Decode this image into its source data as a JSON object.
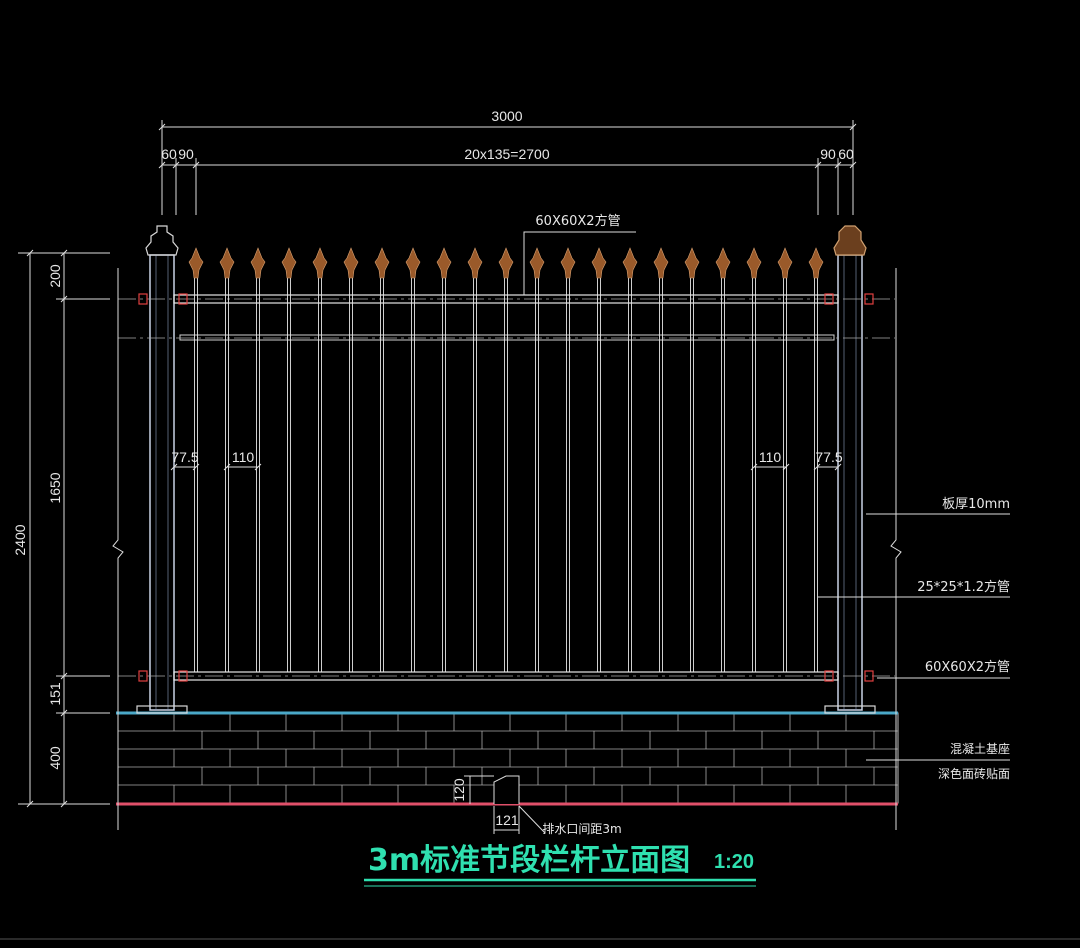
{
  "dimensions": {
    "overall_width": "3000",
    "left_offset_a": "60",
    "left_offset_b": "90",
    "bar_span": "20x135=2700",
    "right_offset_a": "90",
    "right_offset_b": "60",
    "left_edge_gap": "77.5",
    "left_bar_gap": "110",
    "right_bar_gap": "110",
    "right_edge_gap": "77.5",
    "height_top": "200",
    "height_middle": "1650",
    "height_total": "2400",
    "height_lower": "151",
    "height_base": "400",
    "drain_height": "120",
    "drain_width": "121"
  },
  "notes": {
    "top_rail": "60X60X2方管",
    "plate_thickness": "板厚10mm",
    "picket_tube": "25*25*1.2方管",
    "bottom_rail": "60X60X2方管",
    "base_line1": "混凝土基座",
    "base_line2": "深色面砖贴面",
    "drain_note": "排水口间距3m"
  },
  "title": {
    "main": "3m标准节段栏杆立面图",
    "scale": "1:20"
  },
  "colors": {
    "line": "#e6e6e6",
    "post": "#c9d3e6",
    "spear": "#9a5a2a",
    "base_top": "#4aa8c8",
    "base_bottom": "#e0506a",
    "title": "#2fe0b0",
    "bolt": "#e04040"
  }
}
